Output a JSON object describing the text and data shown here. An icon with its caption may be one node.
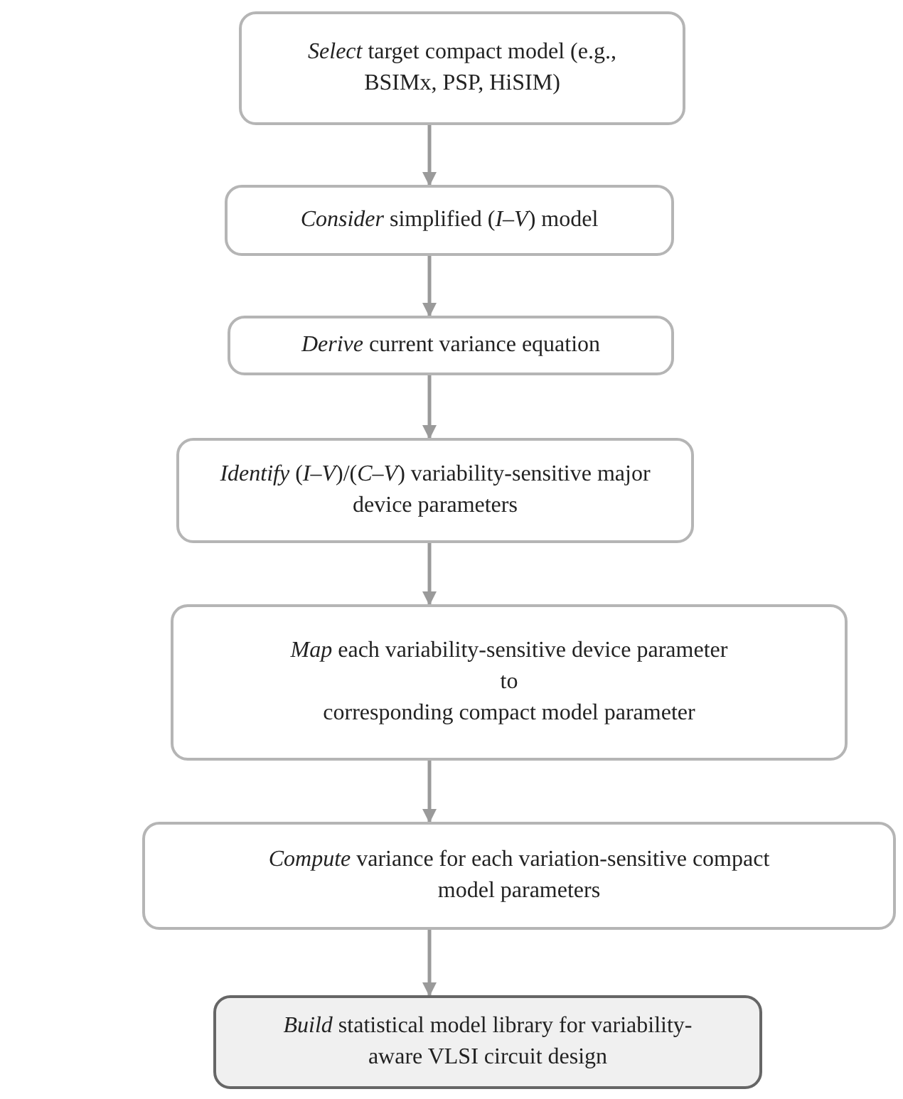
{
  "diagram": {
    "nodes": [
      {
        "text": [
          "*Select* target compact model (e.g., BSIMx, PSP, HiSIM)"
        ]
      },
      {
        "text": [
          "*Consider* simplified (*I*–*V*) model"
        ]
      },
      {
        "text": [
          "*Derive* current variance equation"
        ]
      },
      {
        "text": [
          "*Identify*  (*I*–*V*)/(*C*–*V*) variability-sensitive major device parameters"
        ]
      },
      {
        "text": [
          "*Map* each variability-sensitive device parameter",
          "to",
          "corresponding compact model parameter"
        ]
      },
      {
        "text": [
          "*Compute* variance for each variation-sensitive compact model parameters"
        ]
      },
      {
        "text": [
          "*Build* statistical model library for variability-aware VLSI circuit design"
        ]
      }
    ],
    "edges": [
      {
        "from": 0,
        "to": 1,
        "arrow": "to"
      },
      {
        "from": 1,
        "to": 2,
        "arrow": "to"
      },
      {
        "from": 2,
        "to": 3,
        "arrow": "to"
      },
      {
        "from": 3,
        "to": 4,
        "arrow": "to"
      },
      {
        "from": 4,
        "to": 5,
        "arrow": "to"
      },
      {
        "from": 5,
        "to": 6,
        "arrow": "to"
      }
    ]
  }
}
